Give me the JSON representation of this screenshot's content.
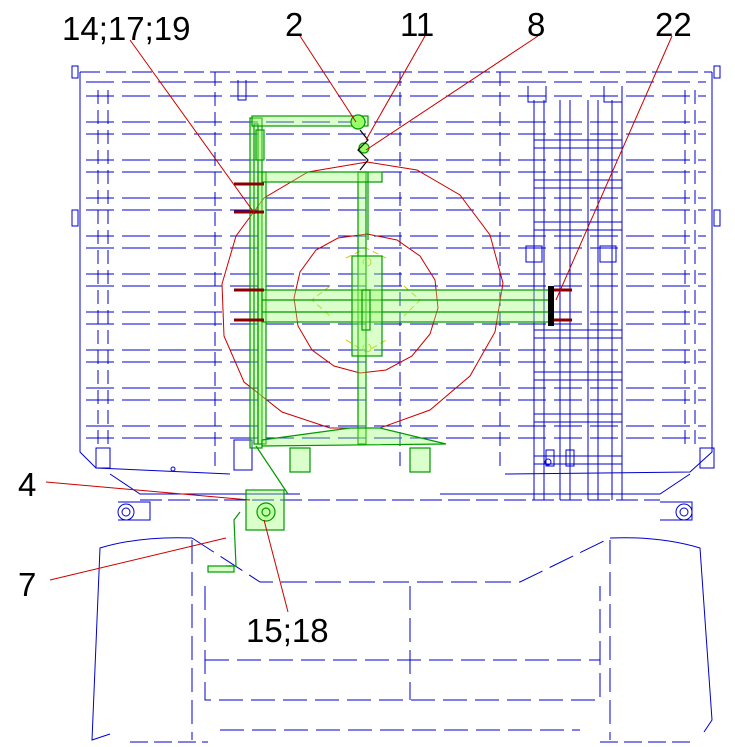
{
  "colors": {
    "outline": "#0000cc",
    "frame": "#009900",
    "frame_fill": "#99ff66",
    "leader": "#cc0000",
    "swing": "#cc0000",
    "highlight": "#cccc00",
    "bolt": "#880000",
    "text": "#000000"
  },
  "callouts": {
    "c1": "14;17;19",
    "c2": "2",
    "c3": "11",
    "c4": "8",
    "c5": "22",
    "c6": "4",
    "c7": "7",
    "c8": "15;18"
  }
}
